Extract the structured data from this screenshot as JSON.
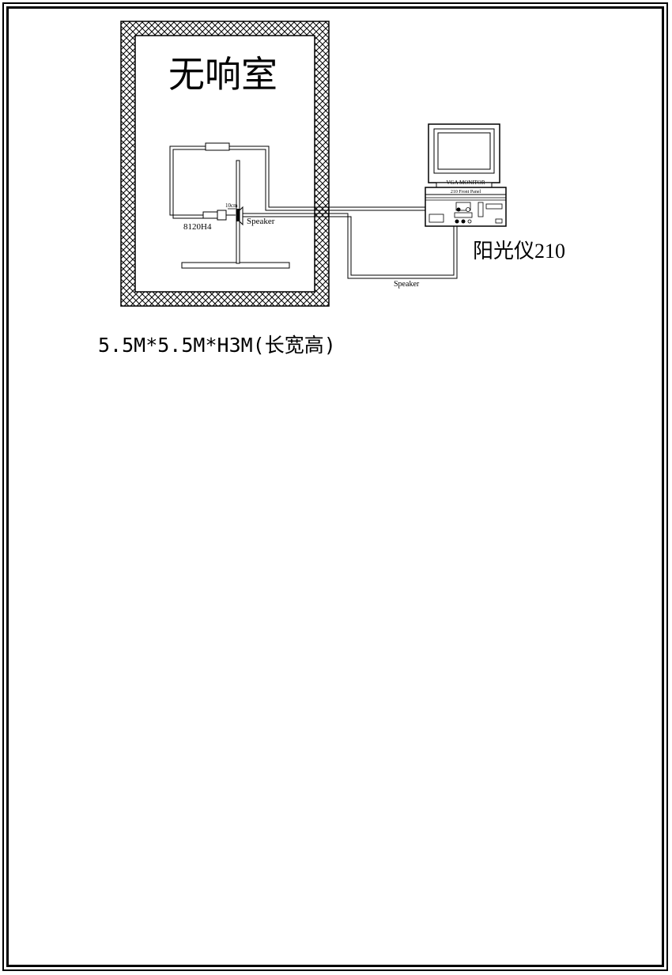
{
  "room": {
    "title": "无响室",
    "dimensions": "5.5M*5.5M*H3M(长宽高)"
  },
  "setup": {
    "mic_model": "8120H4",
    "distance": "10cm",
    "speaker_label_inside": "Speaker",
    "speaker_cable_label": "Speaker"
  },
  "instrument": {
    "monitor_label": "VGA  MONITOR",
    "panel_label": "210 Front Panel",
    "name": "阳光仪210"
  }
}
